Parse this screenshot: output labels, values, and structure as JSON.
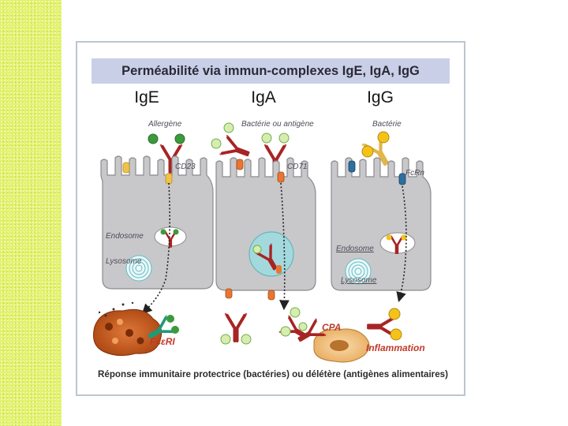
{
  "colors": {
    "side_band": "#e4f26d",
    "cell_fill": "#c8c8ca",
    "cell_stroke": "#8b8b90",
    "antibody": "#a82424",
    "igg_antibody": "#e2b54a",
    "receptor_cd23": "#f0c24c",
    "receptor_cd71": "#e87532",
    "receptor_fcrn": "#2d6f9f",
    "antigen_green": "#3c9a3c",
    "antigen_light": "#d8ecb0",
    "lysosome": "#7fd2d8",
    "mast_cell": "#c8571c",
    "apc": "#f4c98a"
  },
  "figure": {
    "title": "Perméabilité via immun-complexes IgE, IgA, IgG",
    "columns": [
      "IgE",
      "IgA",
      "IgG"
    ],
    "labels": {
      "allergene": "Allergène",
      "bacterie_antigene": "Bactérie ou antigène",
      "bacterie": "Bactérie",
      "cd23": "CD23",
      "cd71": "CD71",
      "fcrn": "FcRn",
      "endosome_left": "Endosome",
      "lysosome_left": "Lysosome",
      "endosome_right": "Endosome",
      "lysosome_right": "Lysosome",
      "fceri": "FcεRI",
      "cpa": "CPA",
      "inflammation": "Inflammation"
    },
    "caption": "Réponse immunitaire protectrice (bactéries) ou délétère (antigènes alimentaires)"
  }
}
